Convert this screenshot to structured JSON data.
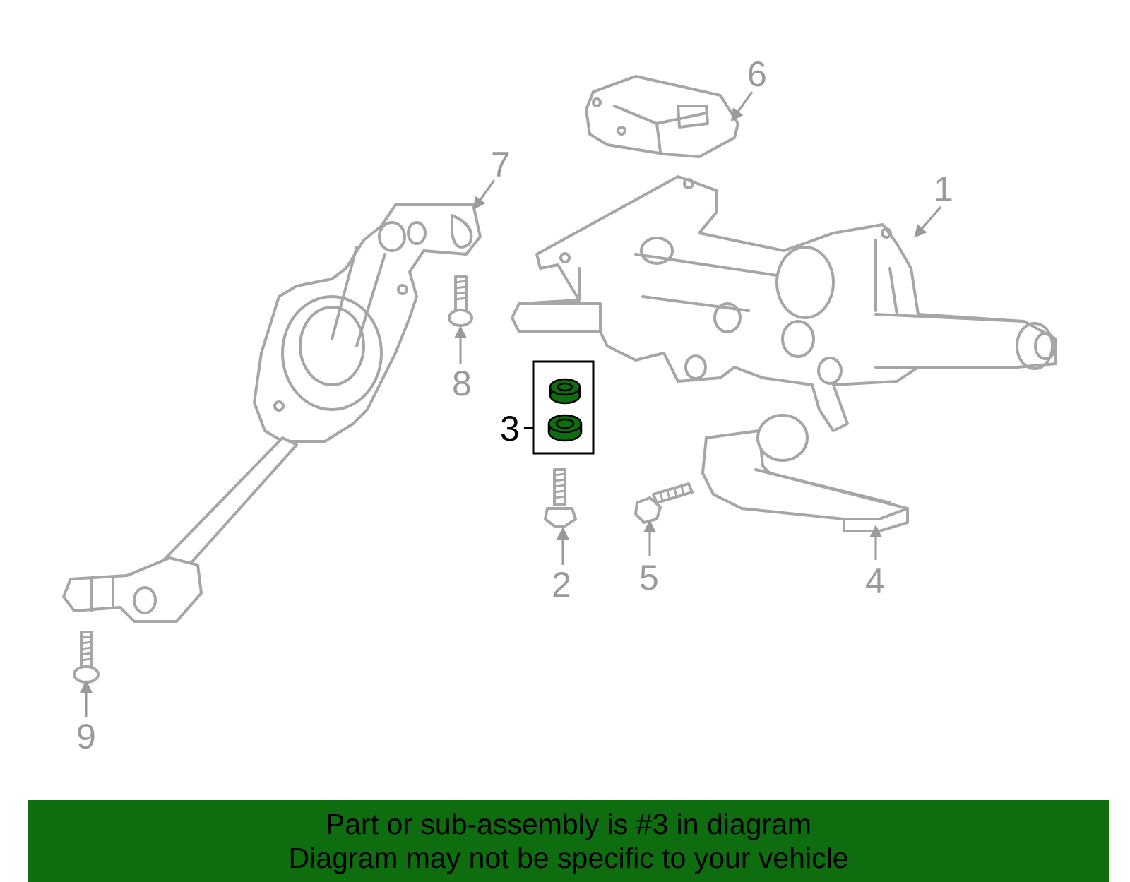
{
  "diagram": {
    "callouts": [
      {
        "id": "1",
        "label": "1",
        "highlighted": false
      },
      {
        "id": "2",
        "label": "2",
        "highlighted": false
      },
      {
        "id": "3",
        "label": "3",
        "highlighted": true
      },
      {
        "id": "4",
        "label": "4",
        "highlighted": false
      },
      {
        "id": "5",
        "label": "5",
        "highlighted": false
      },
      {
        "id": "6",
        "label": "6",
        "highlighted": false
      },
      {
        "id": "7",
        "label": "7",
        "highlighted": false
      },
      {
        "id": "8",
        "label": "8",
        "highlighted": false
      },
      {
        "id": "9",
        "label": "9",
        "highlighted": false
      }
    ],
    "highlight_color": "#0e6d0e",
    "part_color": "#a6a6a6"
  },
  "banner": {
    "line1": "Part or sub-assembly is #3 in diagram",
    "line2": "Diagram may not be specific to your vehicle",
    "background": "#0e6d0e"
  }
}
